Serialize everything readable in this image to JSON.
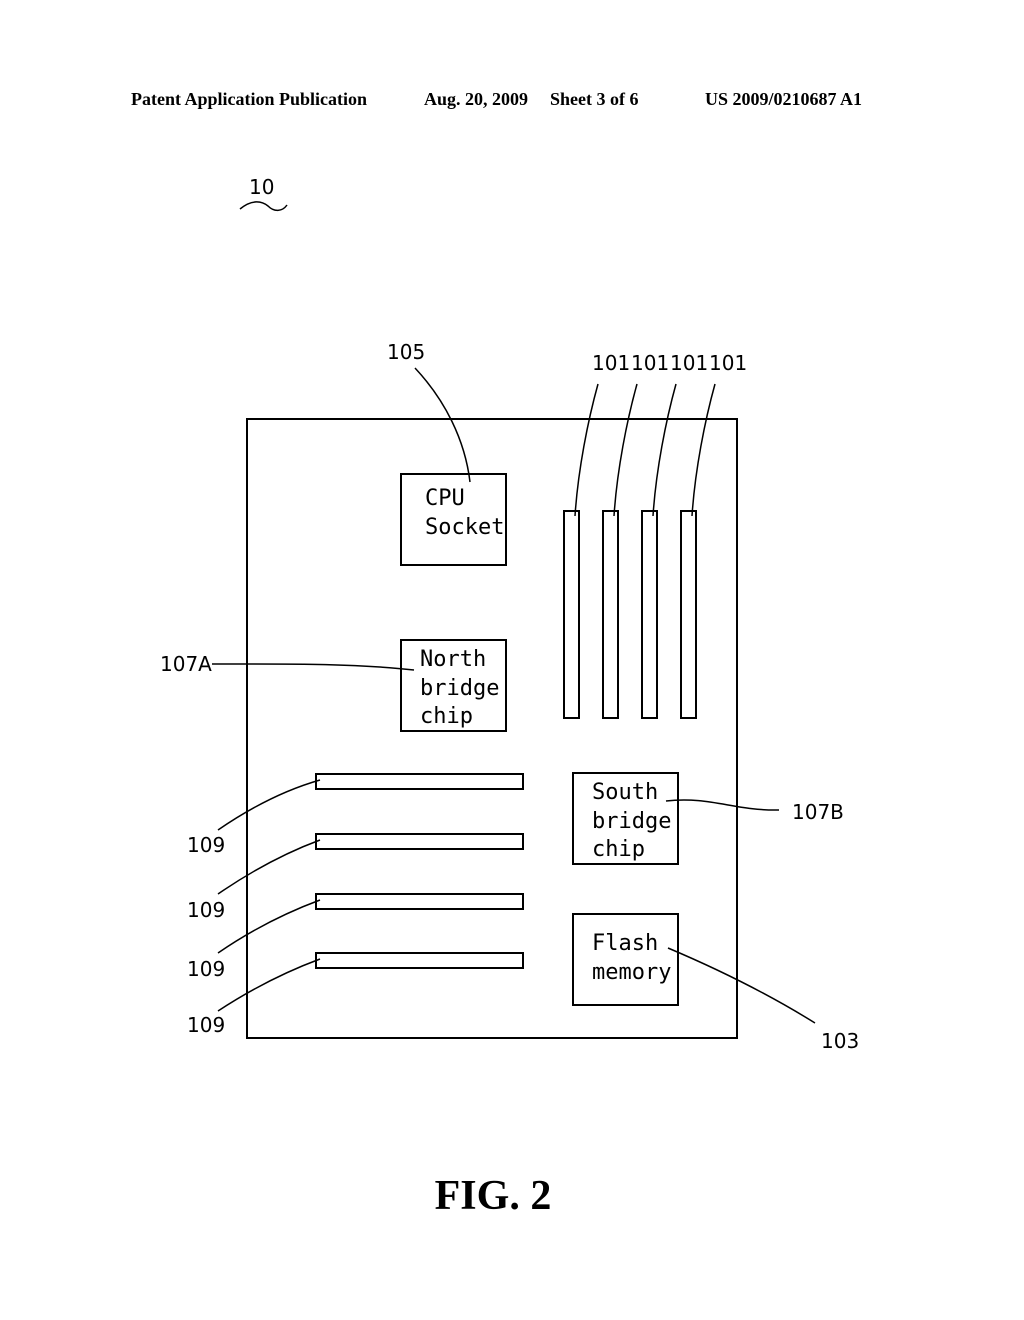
{
  "header": {
    "publication": "Patent Application Publication",
    "date": "Aug. 20, 2009",
    "sheet": "Sheet 3 of 6",
    "number": "US 2009/0210687 A1"
  },
  "figure": {
    "ref_main": "10",
    "ref_cpu": "105",
    "ref_memory_slots": [
      "101",
      "101",
      "101",
      "101"
    ],
    "ref_north": "107A",
    "ref_south": "107B",
    "ref_expansion_slots": [
      "109",
      "109",
      "109",
      "109"
    ],
    "ref_flash": "103",
    "cpu_lines": [
      "CPU",
      "Socket"
    ],
    "north_lines": [
      "North",
      "bridge",
      "chip"
    ],
    "south_lines": [
      "South",
      "bridge",
      "chip"
    ],
    "flash_lines": [
      "Flash",
      "memory"
    ],
    "caption": "FIG. 2"
  }
}
